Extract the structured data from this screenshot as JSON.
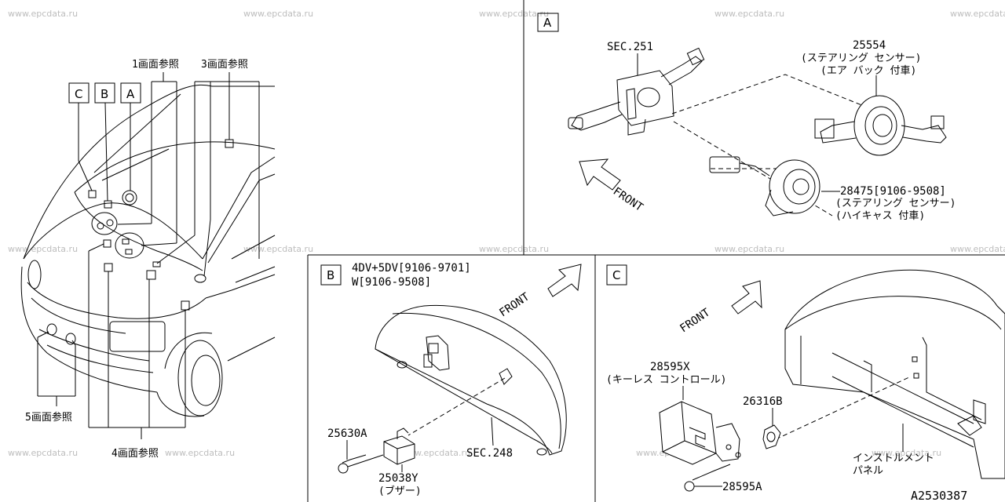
{
  "watermark": "www.epcdata.ru",
  "diagram_code": "A2530387",
  "callout_boxes": {
    "a": "A",
    "b": "B",
    "c": "C"
  },
  "main_view": {
    "ref_page1": "1画面参照",
    "ref_page3": "3画面参照",
    "ref_page4": "4画面参照",
    "ref_page5": "5画面参照"
  },
  "panel_a": {
    "letter": "A",
    "sec_ref": "SEC.251",
    "part_25554": {
      "number": "25554",
      "name": "(ステアリング センサー)",
      "note": "(エア バック 付車)"
    },
    "part_28475": {
      "number": "28475[9106-9508]",
      "name": "(ステアリング センサー)",
      "note": "(ハイキャス 付車)"
    },
    "front_label": "FRONT"
  },
  "panel_b": {
    "letter": "B",
    "applicability_line1": "4DV+5DV[9106-9701]",
    "applicability_line2": "W[9106-9508]",
    "front_label": "FRONT",
    "part_25630a": "25630A",
    "part_25038y": {
      "number": "25038Y",
      "name": "(ブザー)"
    },
    "sec_ref": "SEC.248"
  },
  "panel_c": {
    "letter": "C",
    "front_label": "FRONT",
    "part_28595x": {
      "number": "28595X",
      "name": "(キーレス コントロール)"
    },
    "part_26316b": "26316B",
    "part_28595a": "28595A",
    "instrument_panel_line1": "インストルメント",
    "instrument_panel_line2": "パネル"
  }
}
